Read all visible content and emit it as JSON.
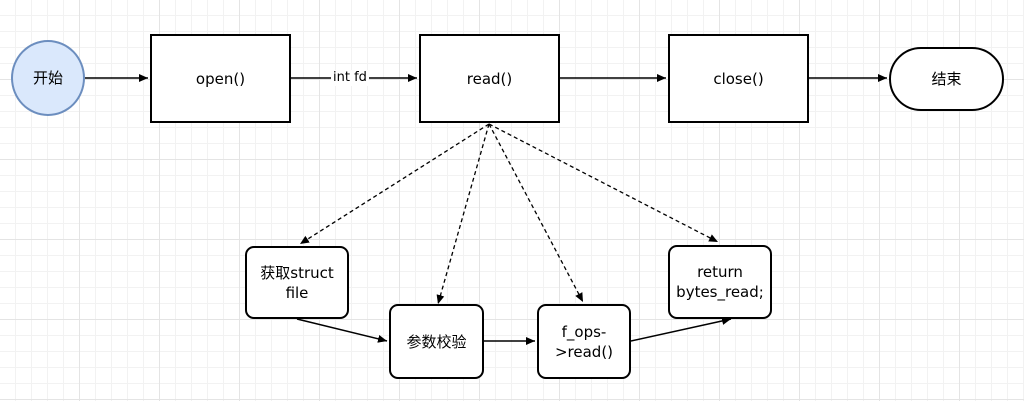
{
  "nodes": {
    "start": "开始",
    "open": "open()",
    "read": "read()",
    "close": "close()",
    "end": "结束",
    "get_file": "获取struct\nfile",
    "validate": "参数校验",
    "fops_read": "f_ops-\n>read()",
    "return": "return\nbytes_read;"
  },
  "edge_labels": {
    "open_to_read": "int fd"
  }
}
